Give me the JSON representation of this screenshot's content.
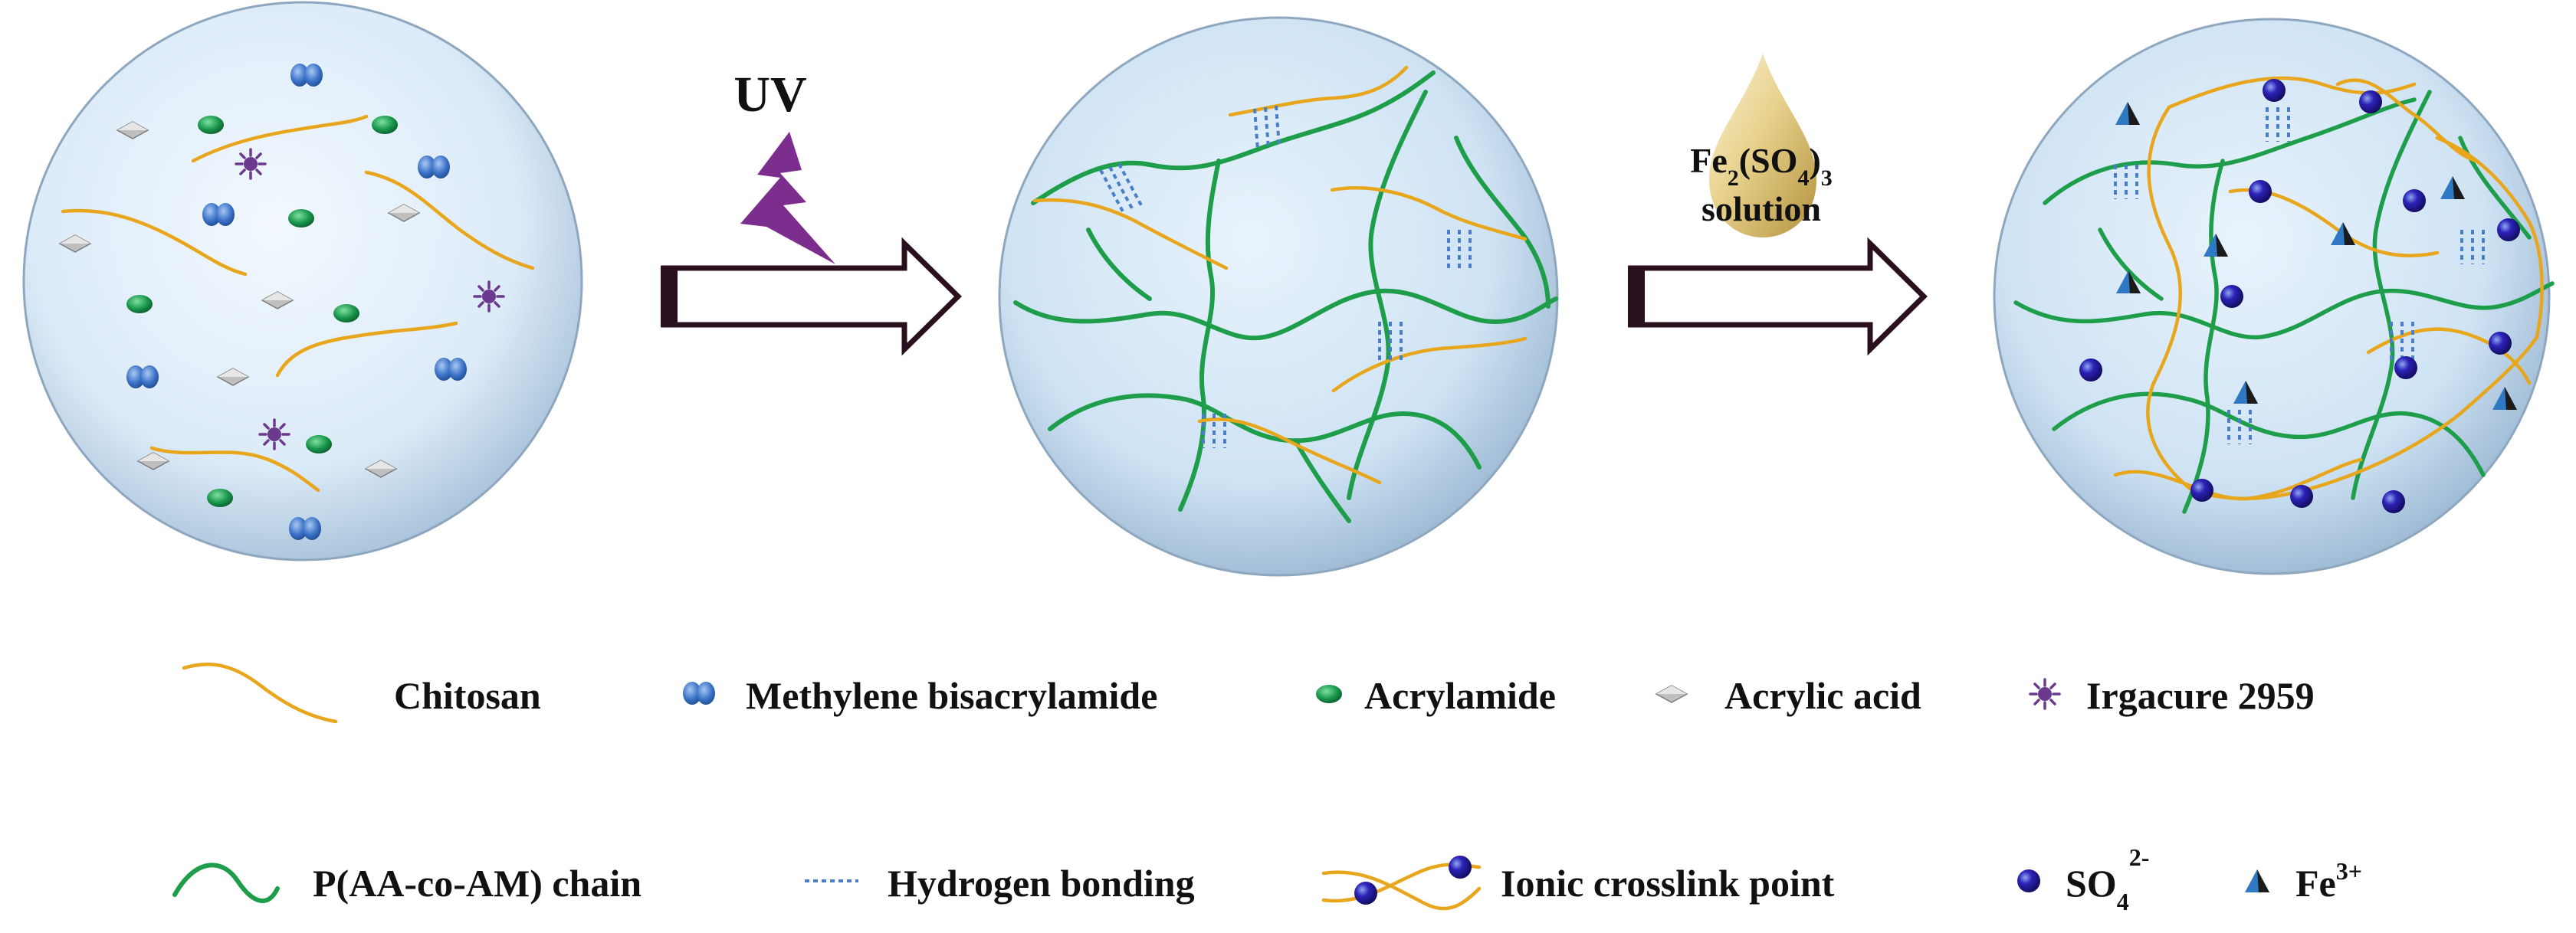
{
  "steps": {
    "uv_label": "UV",
    "reagent_formula": {
      "fe": "Fe",
      "fe_sub": "2",
      "so": "(SO",
      "so_sub": "4",
      "close": ")",
      "close_sub": "3"
    },
    "reagent_word": "solution"
  },
  "legend": {
    "row1": [
      {
        "icon": "chitosan-strand-icon",
        "label": "Chitosan"
      },
      {
        "icon": "methylene-bisacrylamide-icon",
        "label": "Methylene bisacrylamide"
      },
      {
        "icon": "acrylamide-icon",
        "label": "Acrylamide"
      },
      {
        "icon": "acrylic-acid-icon",
        "label": "Acrylic acid"
      },
      {
        "icon": "irgacure-icon",
        "label": "Irgacure 2959"
      }
    ],
    "row2": [
      {
        "icon": "paa-co-am-chain-icon",
        "label": "P(AA-co-AM) chain"
      },
      {
        "icon": "hydrogen-bond-icon",
        "label": "Hydrogen bonding"
      },
      {
        "icon": "ionic-crosslink-icon",
        "label": "Ionic crosslink point"
      }
    ],
    "sulfate": {
      "icon": "sulfate-ion-icon",
      "base": "SO",
      "sub": "4",
      "sup": "2-"
    },
    "iron": {
      "icon": "iron-ion-icon",
      "base": "Fe",
      "sup": "3+"
    }
  },
  "colors": {
    "chitosan": "#E8A61C",
    "polymer_chain": "#1E9E4A",
    "hydrogen_bond": "#4A7FC8",
    "sulfate": "#2A1FA8",
    "iron": "#2E78C4",
    "acrylamide": "#1E9E4A",
    "irgacure": "#6B3A8E",
    "uv_text": "#7B2E8E",
    "reagent_text": "#2A1FB8",
    "arrow_outline": "#2a0f1e"
  }
}
